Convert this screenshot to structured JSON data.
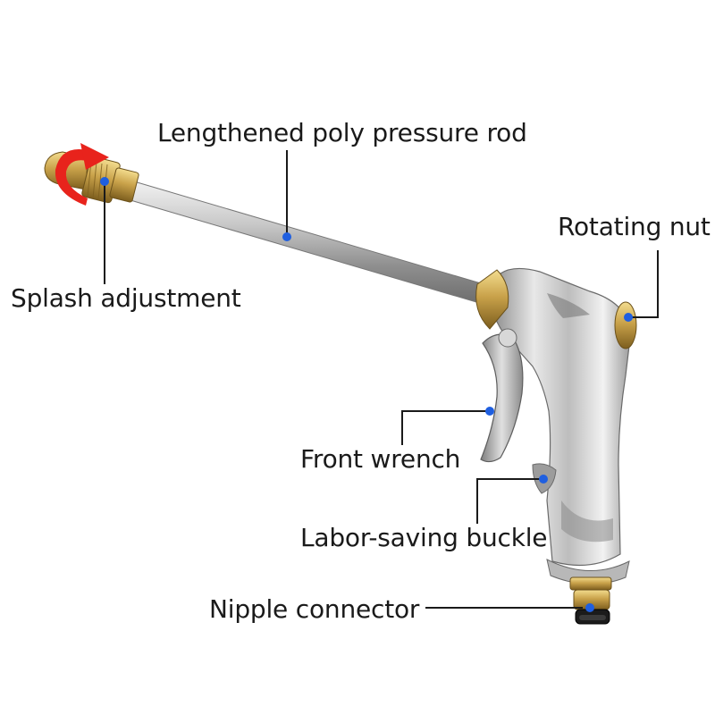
{
  "labels": {
    "rod": "Lengthened poly pressure rod",
    "splash": "Splash adjustment",
    "nut": "Rotating nut",
    "wrench": "Front wrench",
    "buckle": "Labor-saving buckle",
    "nipple": "Nipple connector"
  },
  "colors": {
    "leader_line": "#1a1a1a",
    "marker_dot": "#1f5fe0",
    "rotation_arrow": "#e8231c",
    "brass": "#c9a24a",
    "chrome": "#c8c8c8"
  },
  "icons": {
    "rotation_arrow": "curved-rotate-arrow-icon"
  }
}
